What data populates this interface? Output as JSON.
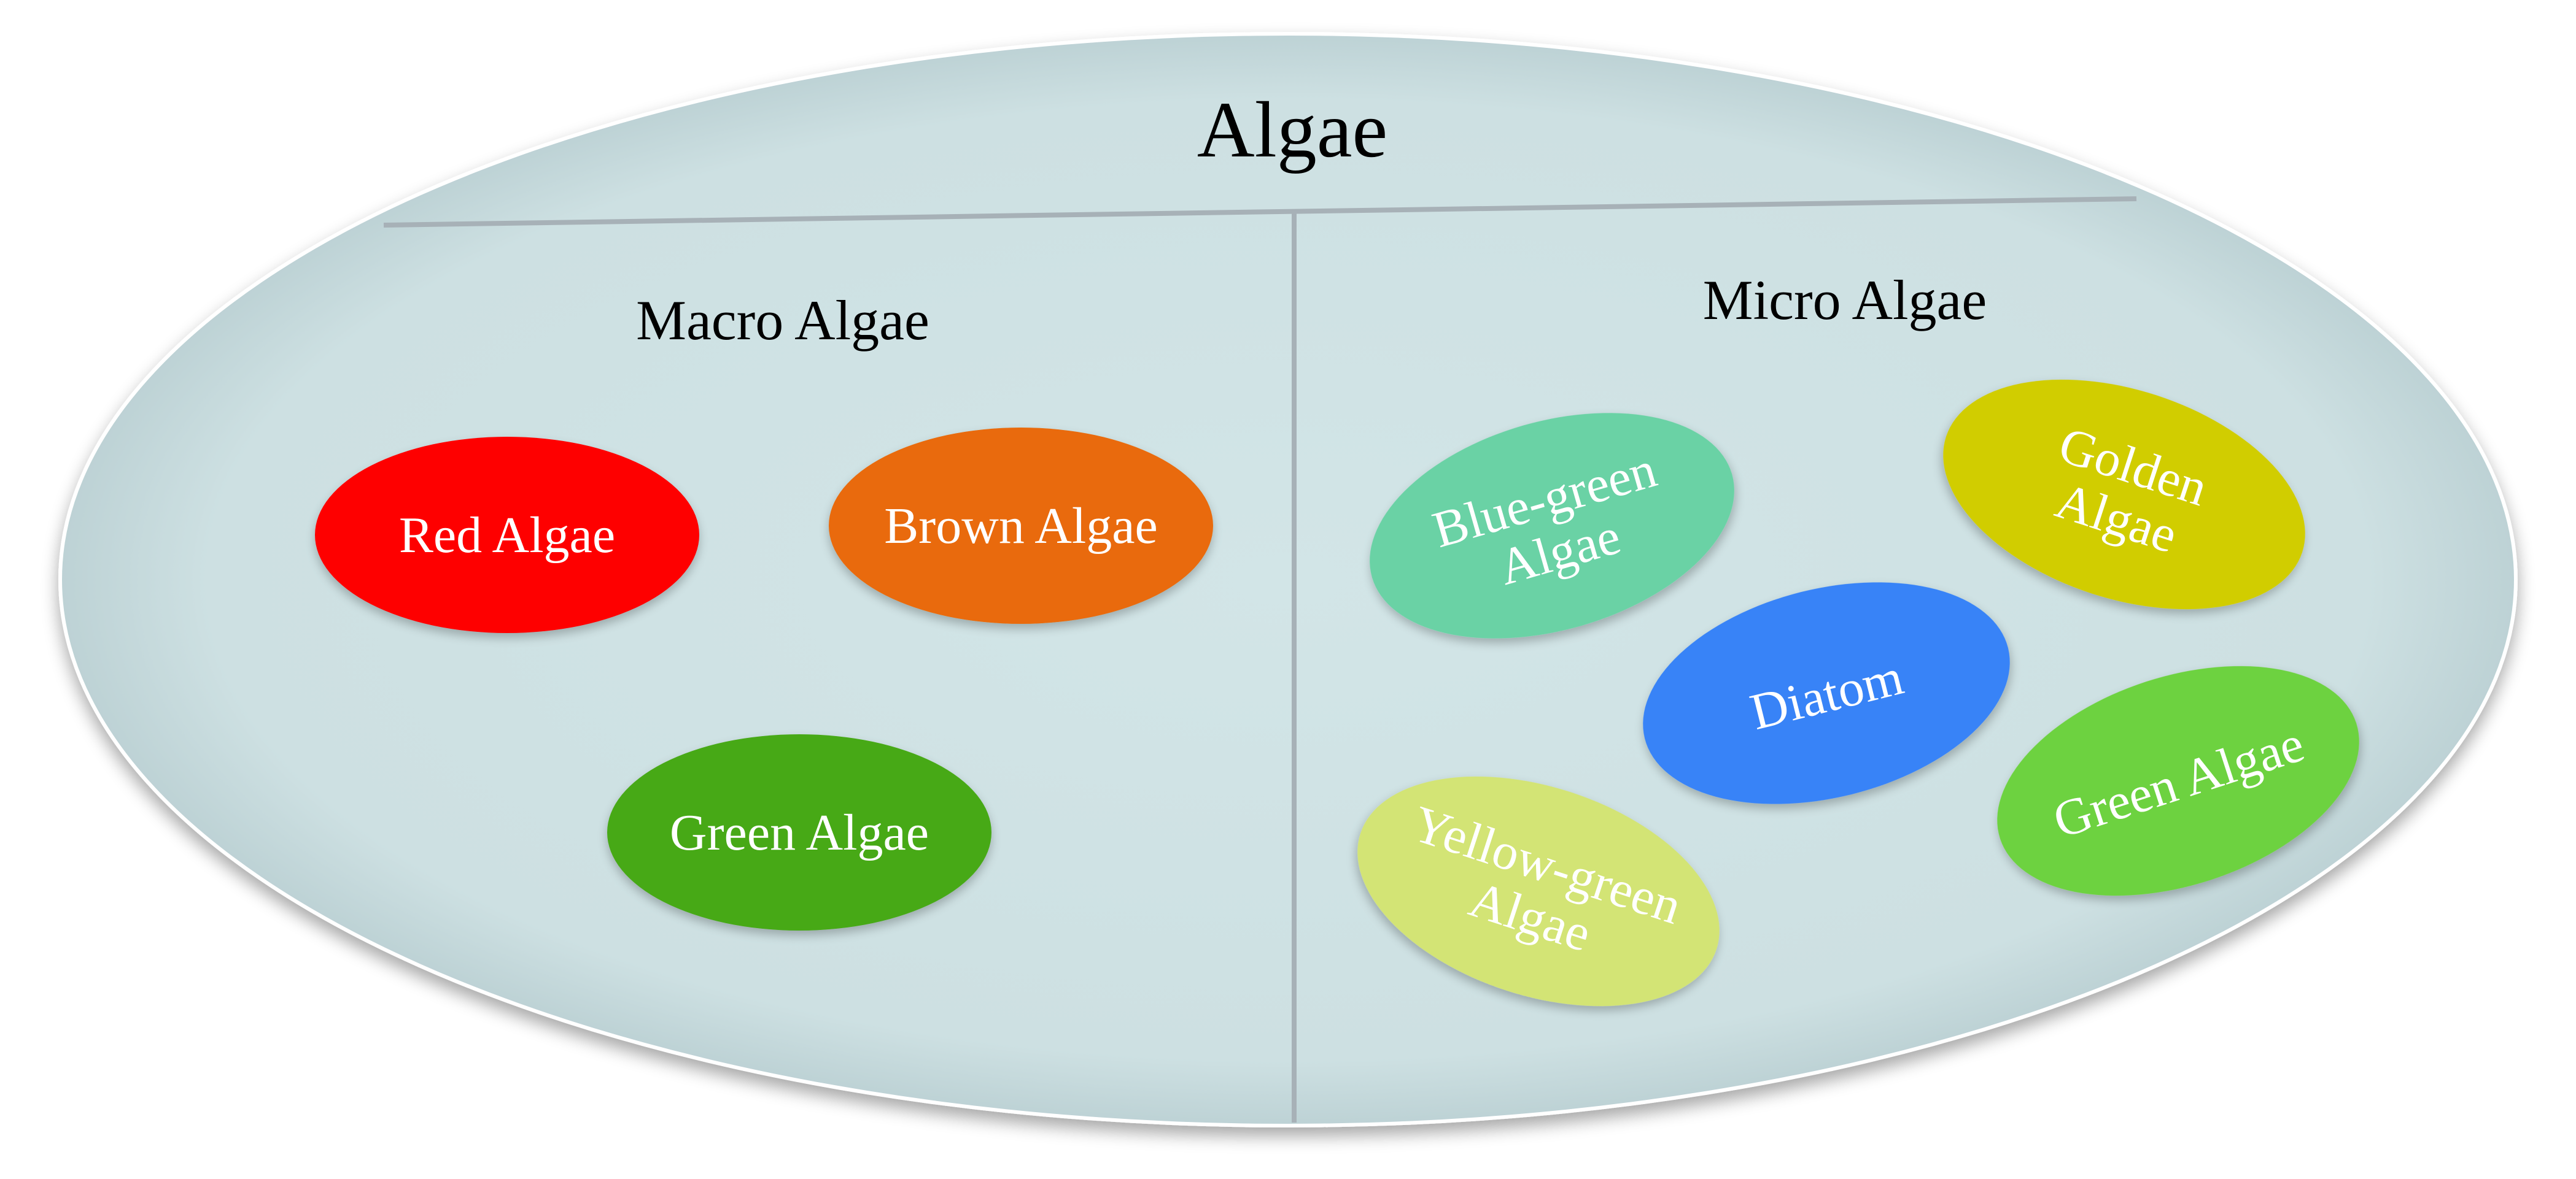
{
  "diagram": {
    "title": "Algae",
    "colors": {
      "outer_fill": "#d0e3e5",
      "divider": "#a7b1b7"
    },
    "groups": [
      {
        "id": "macro",
        "label": "Macro Algae",
        "items": [
          {
            "label": "Red Algae",
            "color": "#fe0000"
          },
          {
            "label": "Brown Algae",
            "color": "#e96a07"
          },
          {
            "label": "Green Algae",
            "color": "#47a917"
          }
        ]
      },
      {
        "id": "micro",
        "label": "Micro Algae",
        "items": [
          {
            "label": "Blue-green Algae",
            "color": "#6ad2a5"
          },
          {
            "label": "Golden Algae",
            "color": "#d1cd03"
          },
          {
            "label": "Diatom",
            "color": "#3883f7"
          },
          {
            "label": "Green Algae",
            "color": "#6dd240"
          },
          {
            "label": "Yellow-green Algae",
            "color": "#d3e475"
          }
        ]
      }
    ]
  }
}
